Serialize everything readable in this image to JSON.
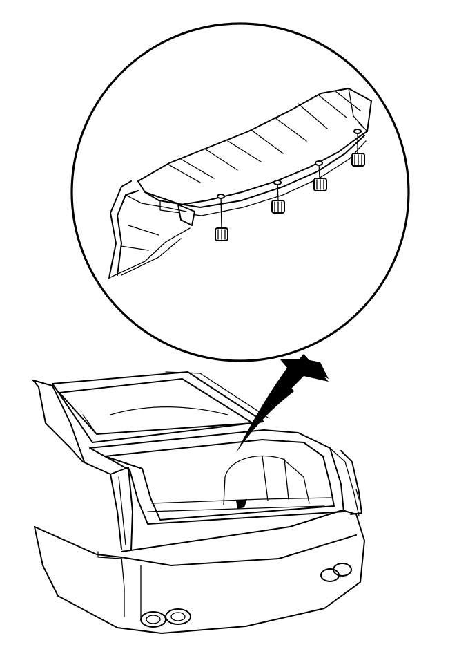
{
  "figure": {
    "type": "technical-line-illustration",
    "callout_shape": "circle",
    "callout_content": "rear-spoiler-detail",
    "main_view": "vehicle-rear-with-open-trunk",
    "arrow_direction": "up-right",
    "fastener_count": 4,
    "colors": {
      "line": "#000000",
      "background": "#ffffff"
    }
  }
}
